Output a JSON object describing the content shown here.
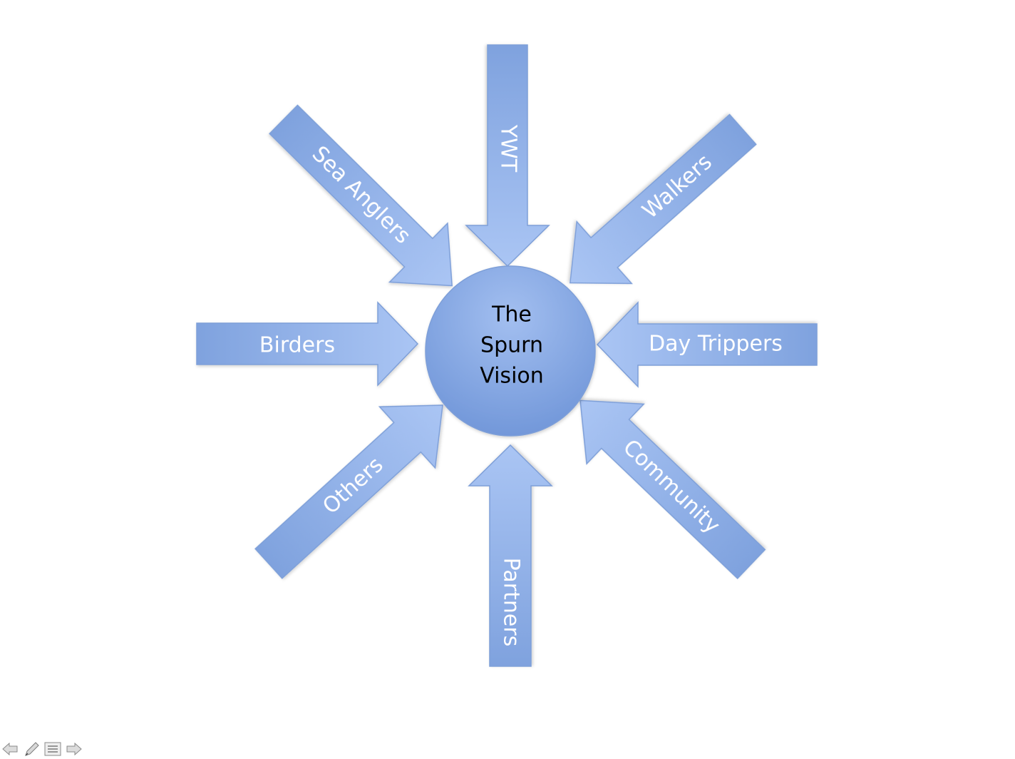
{
  "diagram": {
    "center": {
      "lines": [
        "The",
        "Spurn",
        "Vision"
      ]
    },
    "arrows": [
      {
        "id": "ywt",
        "label": "YWT"
      },
      {
        "id": "walkers",
        "label": "Walkers"
      },
      {
        "id": "day-trippers",
        "label": "Day Trippers"
      },
      {
        "id": "community",
        "label": "Community"
      },
      {
        "id": "partners",
        "label": "Partners"
      },
      {
        "id": "others",
        "label": "Others"
      },
      {
        "id": "birders",
        "label": "Birders"
      },
      {
        "id": "sea-anglers",
        "label": "Sea Anglers"
      }
    ],
    "colors": {
      "fill_light": "#a9c4f3",
      "fill_dark": "#7a9fdc",
      "stroke": "#7e9fd8",
      "circle": "#88aae6"
    }
  },
  "nav": {
    "icons": [
      "left-arrow-icon",
      "pen-icon",
      "menu-icon",
      "right-arrow-icon"
    ]
  }
}
